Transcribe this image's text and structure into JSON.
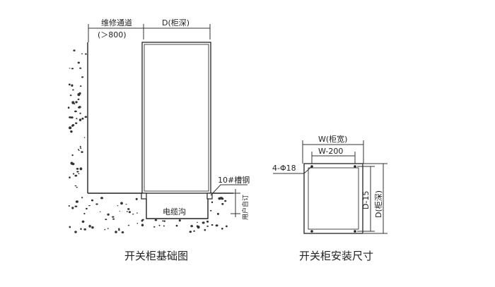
{
  "left": {
    "maintenance_label": "维修通道",
    "maintenance_value": "(＞800)",
    "depth_label": "D(柜深)",
    "channel_label": "10#槽钢",
    "trench_label": "电缆沟",
    "user_label": "用户自订",
    "caption": "开关柜基础图"
  },
  "right": {
    "width_label": "W(柜宽)",
    "inner_width_label": "W-200",
    "hole_label": "4-Φ18",
    "inner_depth_label": "D-15",
    "depth_label": "D(柜深)",
    "caption": "开关柜安装尺寸"
  },
  "colors": {
    "ink": "#222222",
    "cabinet_fill": "#ffffff",
    "ground_fill": "#ffffff"
  }
}
